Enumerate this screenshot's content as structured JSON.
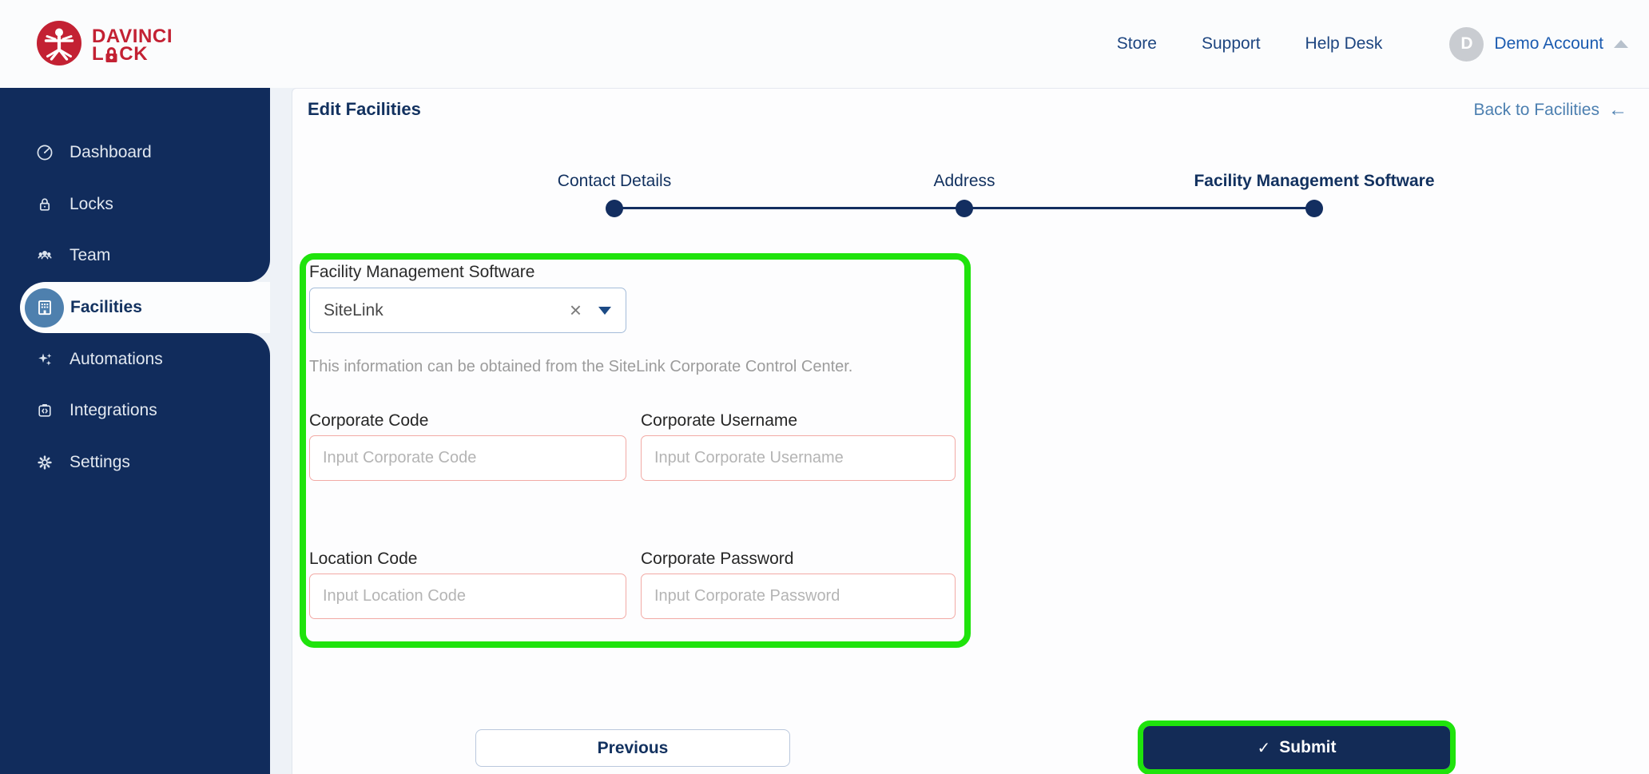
{
  "colors": {
    "navy": "#112c5c",
    "brand_red": "#c32133",
    "highlight_green": "#1fe30c",
    "link_blue": "#4c7fb0",
    "error_input_border": "#f2aaa5",
    "facility_icon_circle": "#4e80ae"
  },
  "logo": {
    "line1": "DAVINCI",
    "line2_pre": "L",
    "line2_post": "CK"
  },
  "header": {
    "nav": [
      {
        "label": "Store"
      },
      {
        "label": "Support"
      },
      {
        "label": "Help Desk"
      }
    ],
    "account": {
      "initial": "D",
      "name": "Demo Account"
    }
  },
  "sidebar": {
    "items": [
      {
        "label": "Dashboard",
        "icon": "dashboard-gauge-icon"
      },
      {
        "label": "Locks",
        "icon": "padlock-icon"
      },
      {
        "label": "Team",
        "icon": "team-icon"
      },
      {
        "label": "Facilities",
        "icon": "building-icon",
        "active": true
      },
      {
        "label": "Automations",
        "icon": "sparkles-icon"
      },
      {
        "label": "Integrations",
        "icon": "integration-icon"
      },
      {
        "label": "Settings",
        "icon": "gear-icon"
      }
    ]
  },
  "main": {
    "title": "Edit Facilities",
    "back_link": {
      "label": "Back to Facilities",
      "arrow": "←"
    },
    "stepper": [
      {
        "label": "Contact Details"
      },
      {
        "label": "Address"
      },
      {
        "label": "Facility Management Software",
        "active": true
      }
    ],
    "form": {
      "software": {
        "label": "Facility Management Software",
        "value": "SiteLink",
        "clear": "×"
      },
      "helper": "This information can be obtained from the SiteLink Corporate Control Center.",
      "fields": [
        {
          "label": "Corporate Code",
          "placeholder": "Input Corporate Code"
        },
        {
          "label": "Corporate Username",
          "placeholder": "Input Corporate Username"
        },
        {
          "label": "Location Code",
          "placeholder": "Input Location Code"
        },
        {
          "label": "Corporate Password",
          "placeholder": "Input Corporate Password"
        }
      ]
    },
    "buttons": {
      "previous": "Previous",
      "submit": "Submit",
      "submit_check": "✓"
    }
  }
}
